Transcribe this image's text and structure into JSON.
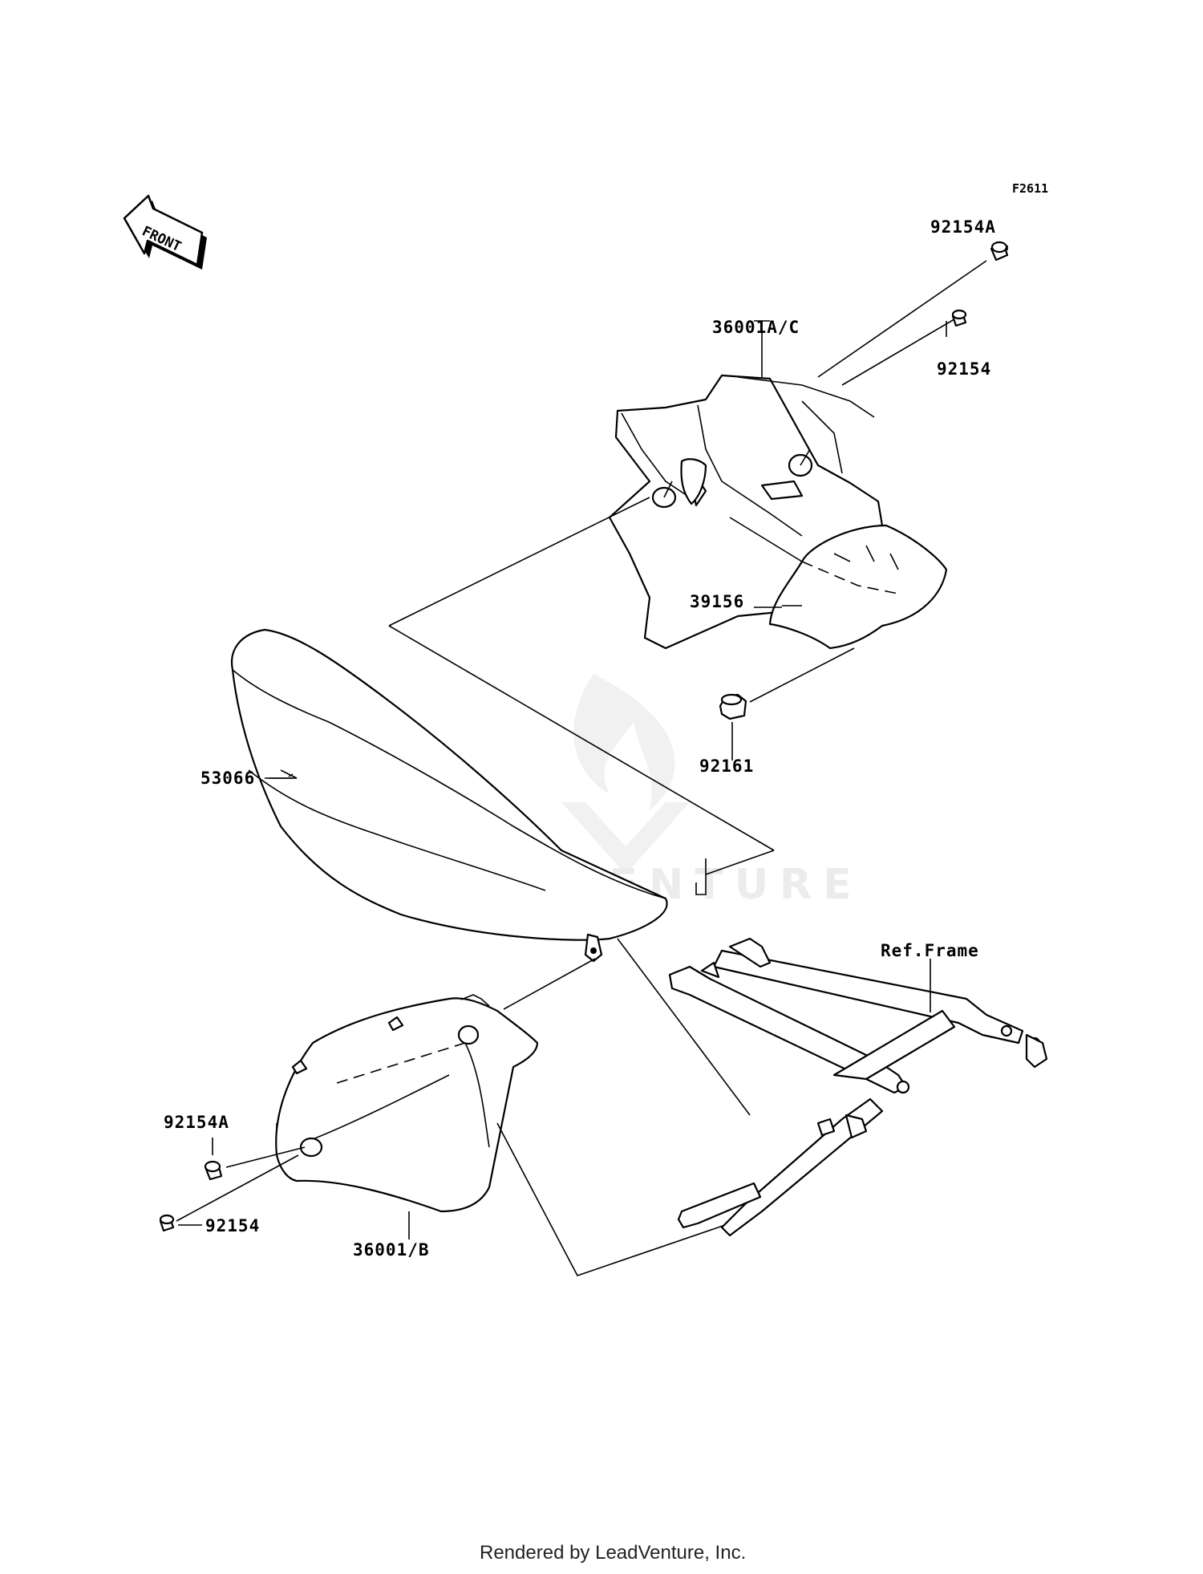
{
  "diagram_code": "F2611",
  "front_label": "FRONT",
  "watermark": "LEADVENTURE",
  "footer": "Rendered by LeadVenture, Inc.",
  "callouts": {
    "bolt_top_a": "92154A",
    "bolt_top": "92154",
    "cover_right": "36001A/C",
    "pad": "39156",
    "damper": "92161",
    "seat": "53066",
    "frame": "Ref.Frame",
    "bolt_left_a": "92154A",
    "bolt_left": "92154",
    "cover_left": "36001/B"
  }
}
